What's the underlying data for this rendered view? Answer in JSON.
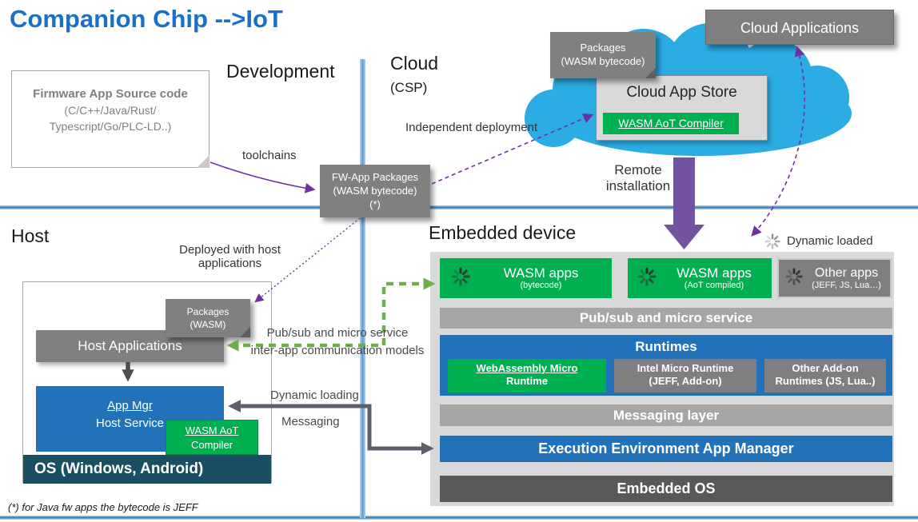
{
  "title": "Companion Chip -->IoT",
  "footnote": "(*) for Java fw apps the bytecode is JEFF",
  "headings": {
    "development": "Development",
    "cloud": "Cloud",
    "cloud_sub": "(CSP)",
    "host": "Host",
    "embedded_device": "Embedded device"
  },
  "labels": {
    "toolchains": "toolchains",
    "independent_deployment": "Independent deployment",
    "remote_1": "Remote",
    "remote_2": "installation",
    "dynamic_loaded": "Dynamic loaded",
    "deployed_1": "Deployed with host",
    "deployed_2": "applications",
    "pubsub_1": "Pub/sub and micro service",
    "pubsub_2": "inter-app communication models",
    "dynamic_loading": "Dynamic loading",
    "messaging": "Messaging"
  },
  "dev": {
    "firmware_1": "Firmware App Source code",
    "firmware_2": "(C/C++/Java/Rust/",
    "firmware_3": "Typescript/Go/PLC-LD..)",
    "fw_pkg_1": "FW-App Packages",
    "fw_pkg_2": "(WASM bytecode)",
    "fw_pkg_3": "(*)"
  },
  "cloud": {
    "packages_1": "Packages",
    "packages_2": "(WASM bytecode)",
    "applications": "Cloud Applications",
    "app_store": "Cloud App Store",
    "compiler": "WASM AoT Compiler"
  },
  "host": {
    "packages_1": "Packages",
    "packages_2": "(WASM)",
    "applications": "Host Applications",
    "app_mgr_1": "App Mgr",
    "app_mgr_2": "Host Service",
    "compiler_1": "WASM AoT",
    "compiler_2": "Compiler",
    "os": "OS (Windows, Android)"
  },
  "embedded": {
    "apps": [
      {
        "title": "WASM apps",
        "sub": "(bytecode)"
      },
      {
        "title": "WASM apps",
        "sub": "(AoT compiled)"
      },
      {
        "title": "Other apps",
        "sub": "(JEFF, JS, Lua…)"
      }
    ],
    "pubsub_bar": "Pub/sub and micro service",
    "runtimes_title": "Runtimes",
    "runtimes": [
      {
        "l1": "WebAssembly Micro",
        "l2": "Runtime"
      },
      {
        "l1": "Intel Micro Runtime",
        "l2": "(JEFF, Add-on)"
      },
      {
        "l1": "Other Add-on",
        "l2": "Runtimes (JS, Lua..)"
      }
    ],
    "messaging_layer": "Messaging layer",
    "execution_env": "Execution Environment App Manager",
    "embedded_os": "Embedded OS"
  },
  "colors": {
    "green": "#00B050",
    "blue": "#2272B9",
    "gray_box": "#7F7F7F",
    "light_bar": "#A6A6A6",
    "panel": "#D9D9D9",
    "dark_bar": "#595959",
    "os_bar": "#1A4E63",
    "cloud": "#2BACE2",
    "purple": "#7030A0",
    "block_arrow": "#7153A1",
    "green_arrow": "#70AD47",
    "title_blue": "#1B6FC8"
  }
}
